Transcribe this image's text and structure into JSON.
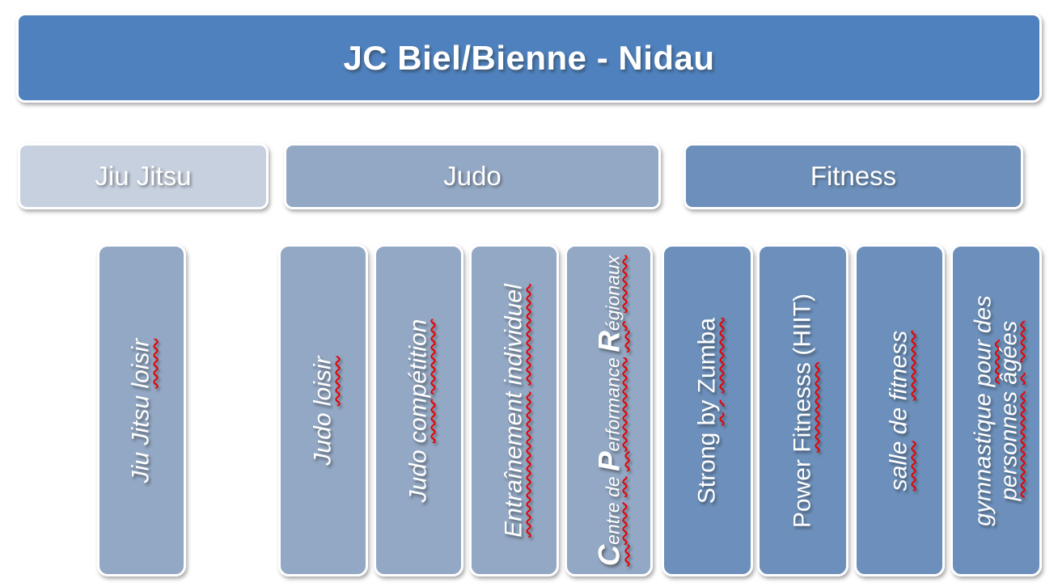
{
  "title": {
    "label": "JC Biel/Bienne - Nidau"
  },
  "colors": {
    "title_box": "#4e81bd",
    "jiu_jitsu_header": "#c6d0de",
    "judo_header": "#93a8c4",
    "fitness_header": "#6c90bb",
    "jiu_jitsu_child": "#93a8c4",
    "judo_child": "#93a8c4",
    "fitness_child": "#6c90bb",
    "text": "#ffffff",
    "spellcheck_squiggle": "#e80000",
    "background": "#ffffff"
  },
  "groups": [
    {
      "label": "Jiu Jitsu",
      "children": [
        {
          "text": "Jiu Jitsu loisir",
          "parts": [
            {
              "t": "Jiu Jitsu "
            },
            {
              "t": "loisir",
              "sq": true
            }
          ]
        }
      ]
    },
    {
      "label": "Judo",
      "children": [
        {
          "text": "Judo loisir",
          "parts": [
            {
              "t": "Judo "
            },
            {
              "t": "loisir",
              "sq": true
            }
          ]
        },
        {
          "text": "Judo compétition",
          "parts": [
            {
              "t": "Judo "
            },
            {
              "t": "compétition",
              "sq": true
            }
          ]
        },
        {
          "text": "Entraînement individuel",
          "parts": [
            {
              "t": "Entraînement",
              "sq": true
            },
            {
              "t": " "
            },
            {
              "t": "individuel",
              "sq": true
            }
          ]
        },
        {
          "text": "Centre de Performance Régionaux",
          "parts": [
            {
              "t": "C",
              "big": true,
              "sq": true
            },
            {
              "t": "entre",
              "sq": true
            },
            {
              "t": " "
            },
            {
              "t": "de",
              "sq": true
            },
            {
              "t": " "
            },
            {
              "t": "P",
              "big": true,
              "sq": true
            },
            {
              "t": "erformance",
              "sq": true
            },
            {
              "t": " "
            },
            {
              "t": "R",
              "big": true,
              "sq": true
            },
            {
              "t": "égionaux",
              "sq": true
            }
          ]
        }
      ]
    },
    {
      "label": "Fitness",
      "children": [
        {
          "text": "Strong by Zumba",
          "parts": [
            {
              "t": "Strong "
            },
            {
              "t": "by",
              "sq": true
            },
            {
              "t": " "
            },
            {
              "t": "Zumba",
              "sq": true
            }
          ]
        },
        {
          "text": "Power Fitnesss (HIIT)",
          "parts": [
            {
              "t": "Power "
            },
            {
              "t": "Fitnesss",
              "sq": true
            },
            {
              "t": " (HIIT)"
            }
          ]
        },
        {
          "text": "salle de fitness",
          "parts": [
            {
              "t": "salle",
              "sq": true
            },
            {
              "t": " de "
            },
            {
              "t": "fitness",
              "sq": true
            }
          ]
        },
        {
          "text": "gymnastique pour des personnes âgées",
          "parts": [
            {
              "t": "gymnastique "
            },
            {
              "t": "pour",
              "sq": true
            },
            {
              "t": " des"
            },
            {
              "br": true
            },
            {
              "t": "personnes",
              "sq": true
            },
            {
              "t": " "
            },
            {
              "t": "âgées",
              "sq": true
            }
          ]
        }
      ]
    }
  ]
}
